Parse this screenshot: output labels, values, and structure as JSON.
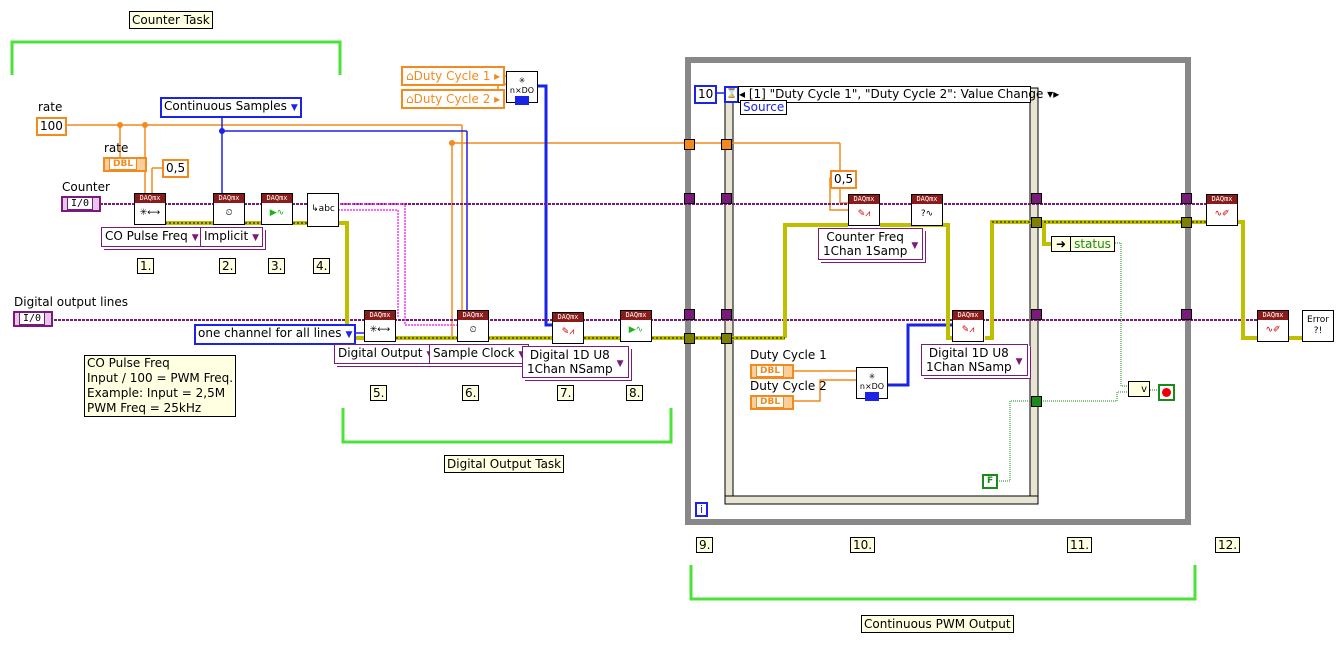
{
  "notes": {
    "counter_task": "Counter Task",
    "digital_output_task": "Digital Output Task",
    "continuous_pwm": "Continuous PWM Output",
    "co_pulse_comment": [
      "CO Pulse Freq",
      "Input / 100 = PWM Freq.",
      "Example: Input = 2,5M",
      "PWM Freq = 25kHz"
    ]
  },
  "labels": {
    "rate": "rate",
    "rate_indicator": "rate",
    "counter": "Counter",
    "digital_output_lines": "Digital output lines",
    "duty_cycle_1": "Duty Cycle 1",
    "duty_cycle_2": "Duty Cycle 2"
  },
  "constants": {
    "rate_value": "100",
    "duty_a": "0,5",
    "duty_b": "0,5",
    "timeout": "10",
    "stop_false": "F"
  },
  "enums": {
    "continuous_samples": "Continuous Samples",
    "one_channel_all_lines": "one channel for all lines"
  },
  "polymorphic": {
    "co_pulse_freq": "CO Pulse Freq",
    "implicit": "Implicit",
    "digital_output": "Digital Output",
    "sample_clock": "Sample Clock",
    "digital_1d_u8_a": [
      "Digital 1D U8",
      "1Chan NSamp"
    ],
    "counter_freq": [
      "Counter Freq",
      "1Chan 1Samp"
    ],
    "digital_1d_u8_b": [
      "Digital 1D U8",
      "1Chan NSamp"
    ]
  },
  "references": {
    "duty_cycle_1": "Duty Cycle 1",
    "duty_cycle_2": "Duty Cycle 2"
  },
  "event_structure": {
    "case_label": "[1] \"Duty Cycle 1\", \"Duty Cycle 2\": Value Change",
    "source": "Source"
  },
  "unbundle": {
    "status": "status"
  },
  "io": {
    "text": "I/0",
    "dbl": "DBL"
  },
  "vi_header": "DAQmx",
  "loop_iteration": "i",
  "step_numbers": [
    "1.",
    "2.",
    "3.",
    "4.",
    "5.",
    "6.",
    "7.",
    "8.",
    "9.",
    "10.",
    "11.",
    "12."
  ],
  "colors": {
    "numeric_orange": "#f28a1e",
    "enum_blue": "#1a24e6",
    "task_purple": "#7a1a7a",
    "error_yellow": "#c8c800",
    "bool_green": "#1a8a1a",
    "bracket_green": "#4be33a",
    "daqmx_red": "#8b1a1a"
  }
}
